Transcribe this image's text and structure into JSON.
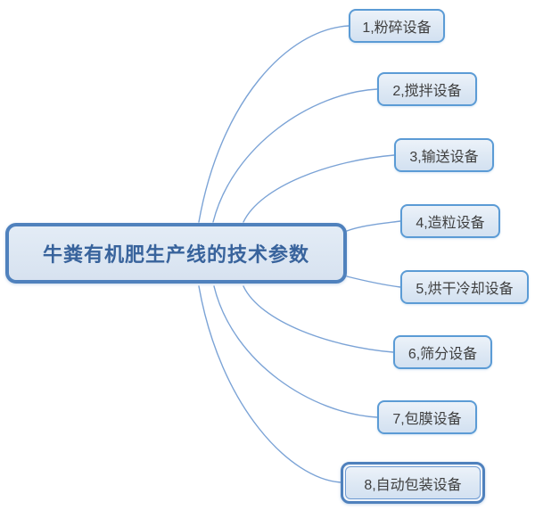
{
  "diagram": {
    "type": "mind-map",
    "root": {
      "label": "牛粪有机肥生产线的技术参数"
    },
    "branches": [
      {
        "label": "1,粉碎设备",
        "selected": false
      },
      {
        "label": "2,搅拌设备",
        "selected": false
      },
      {
        "label": "3,输送设备",
        "selected": false
      },
      {
        "label": "4,造粒设备",
        "selected": false
      },
      {
        "label": "5,烘干冷却设备",
        "selected": false
      },
      {
        "label": "6,筛分设备",
        "selected": false
      },
      {
        "label": "7,包膜设备",
        "selected": false
      },
      {
        "label": "8,自动包装设备",
        "selected": true
      }
    ],
    "colors": {
      "root_border": "#4f81bd",
      "root_fill": "#dce6f2",
      "root_text": "#38639c",
      "branch_border": "#5b9bd5",
      "branch_fill_top": "#ecf2f9",
      "branch_fill_bottom": "#d3e1f1",
      "branch_text": "#3f3f3f",
      "connector": "#7ba3d6",
      "background": "#ffffff"
    }
  }
}
